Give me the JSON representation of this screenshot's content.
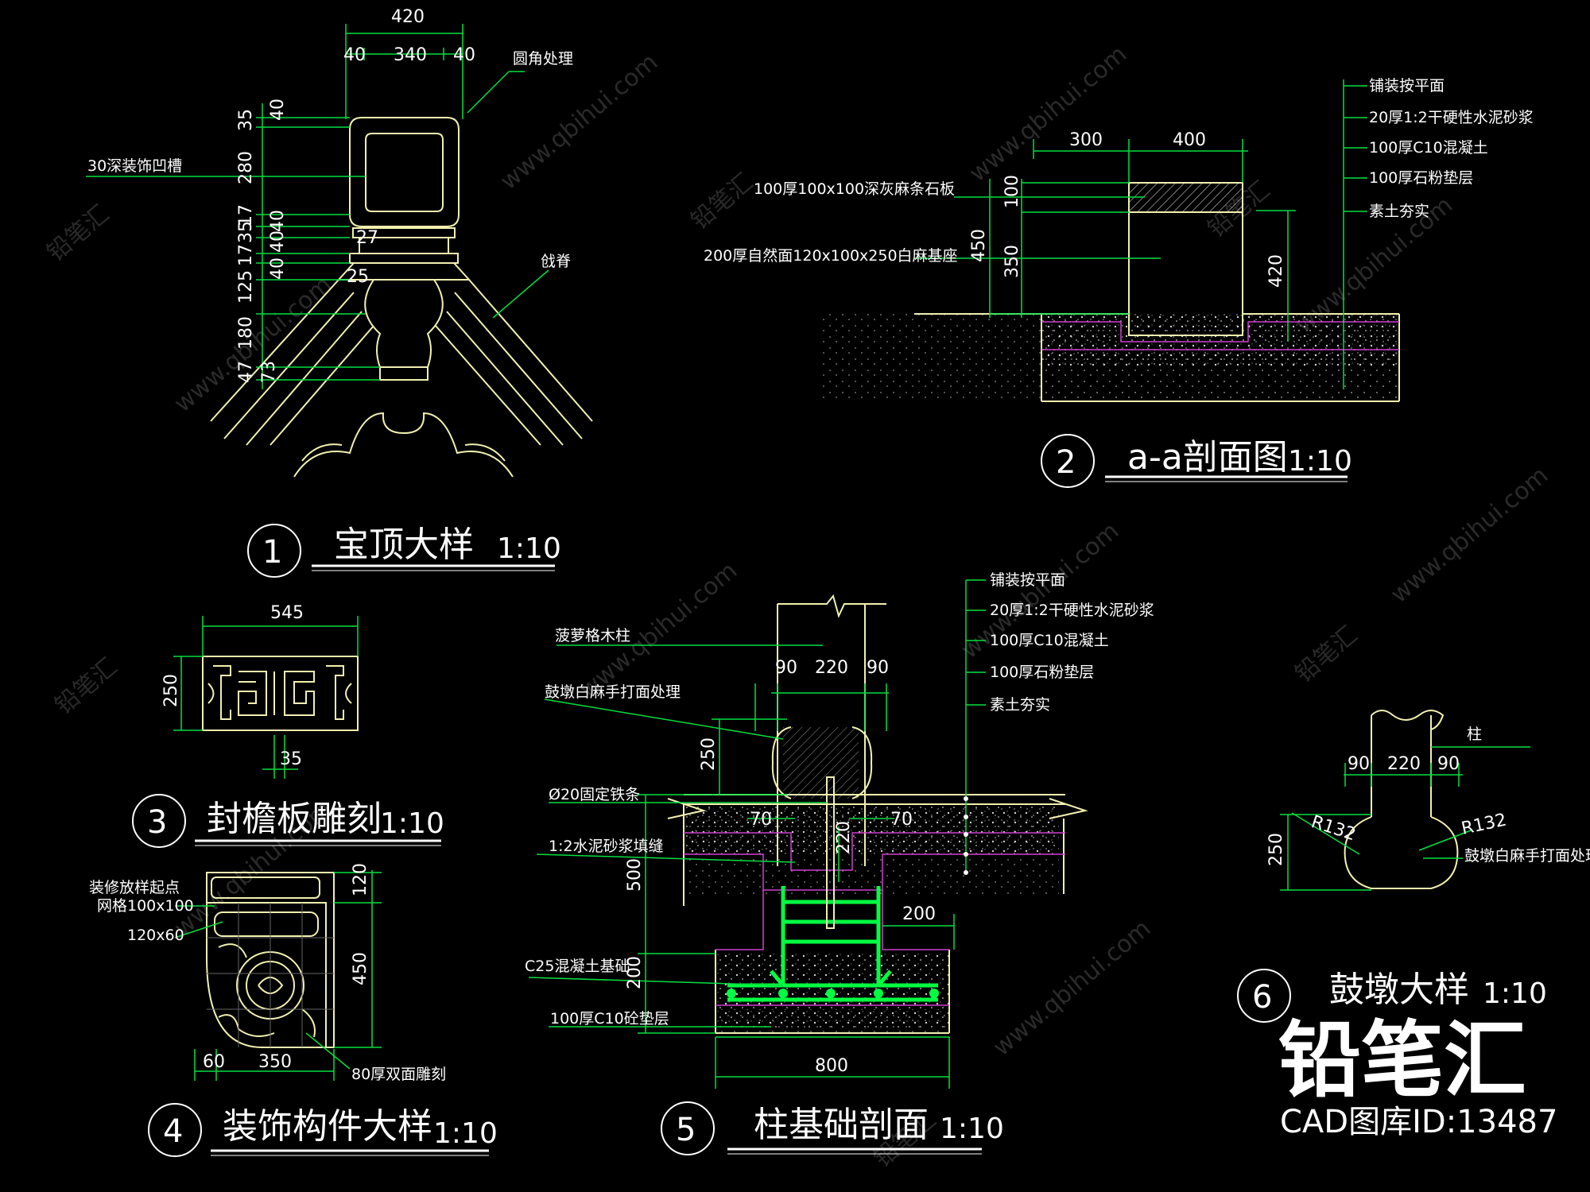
{
  "colors": {
    "background": "#000000",
    "outline": "#f2f0b0",
    "dimension": "#00e040",
    "rebar": "#00ff40",
    "magenta": "#d040d0",
    "text": "#ffffff",
    "watermark": "#2a2a2a"
  },
  "watermark": {
    "site": "www.qbihui.com",
    "name": "铅笔汇"
  },
  "brand": {
    "logo": "铅笔汇",
    "id_text": "CAD图库ID:13487"
  },
  "detail1": {
    "number": "1",
    "title": "宝顶大样",
    "scale": "1:10",
    "dims_top": [
      "420",
      "40",
      "340",
      "40"
    ],
    "dims_left": [
      "35",
      "40",
      "280",
      "17",
      "35",
      "40",
      "27",
      "17",
      "40",
      "40",
      "25",
      "125",
      "180",
      "47",
      "73"
    ],
    "labels": [
      "圆角处理",
      "30深装饰凹槽",
      "戗脊"
    ]
  },
  "detail2": {
    "number": "2",
    "title": "a-a剖面图",
    "scale": "1:10",
    "dims": [
      "300",
      "400",
      "100",
      "450",
      "350",
      "420"
    ],
    "labels_left": [
      "100厚100x100深灰麻条石板",
      "200厚自然面120x100x250白麻基座"
    ],
    "labels_right": [
      "铺装按平面",
      "20厚1:2干硬性水泥砂浆",
      "100厚C10混凝土",
      "100厚石粉垫层",
      "素土夯实"
    ]
  },
  "detail3": {
    "number": "3",
    "title": "封檐板雕刻",
    "scale": "1:10",
    "dims": [
      "545",
      "250",
      "35"
    ]
  },
  "detail4": {
    "number": "4",
    "title": "装饰构件大样",
    "scale": "1:10",
    "dims": [
      "120",
      "450",
      "60",
      "350"
    ],
    "labels": [
      "装修放样起点",
      "网格100x100",
      "120x60",
      "80厚双面雕刻"
    ]
  },
  "detail5": {
    "number": "5",
    "title": "柱基础剖面",
    "scale": "1:10",
    "dims": [
      "90",
      "220",
      "90",
      "250",
      "70",
      "70",
      "220",
      "500",
      "200",
      "200",
      "800"
    ],
    "labels_left": [
      "菠萝格木柱",
      "鼓墩白麻手打面处理",
      "Ø20固定铁条",
      "1:2水泥砂浆填缝",
      "C25混凝土基础",
      "100厚C10砼垫层"
    ],
    "labels_right": [
      "铺装按平面",
      "20厚1:2干硬性水泥砂浆",
      "100厚C10混凝土",
      "100厚石粉垫层",
      "素土夯实"
    ]
  },
  "detail6": {
    "number": "6",
    "title": "鼓墩大样",
    "scale": "1:10",
    "dims": [
      "90",
      "220",
      "90",
      "250"
    ],
    "labels": [
      "柱",
      "R132",
      "R132",
      "鼓墩白麻手打面处理"
    ]
  }
}
